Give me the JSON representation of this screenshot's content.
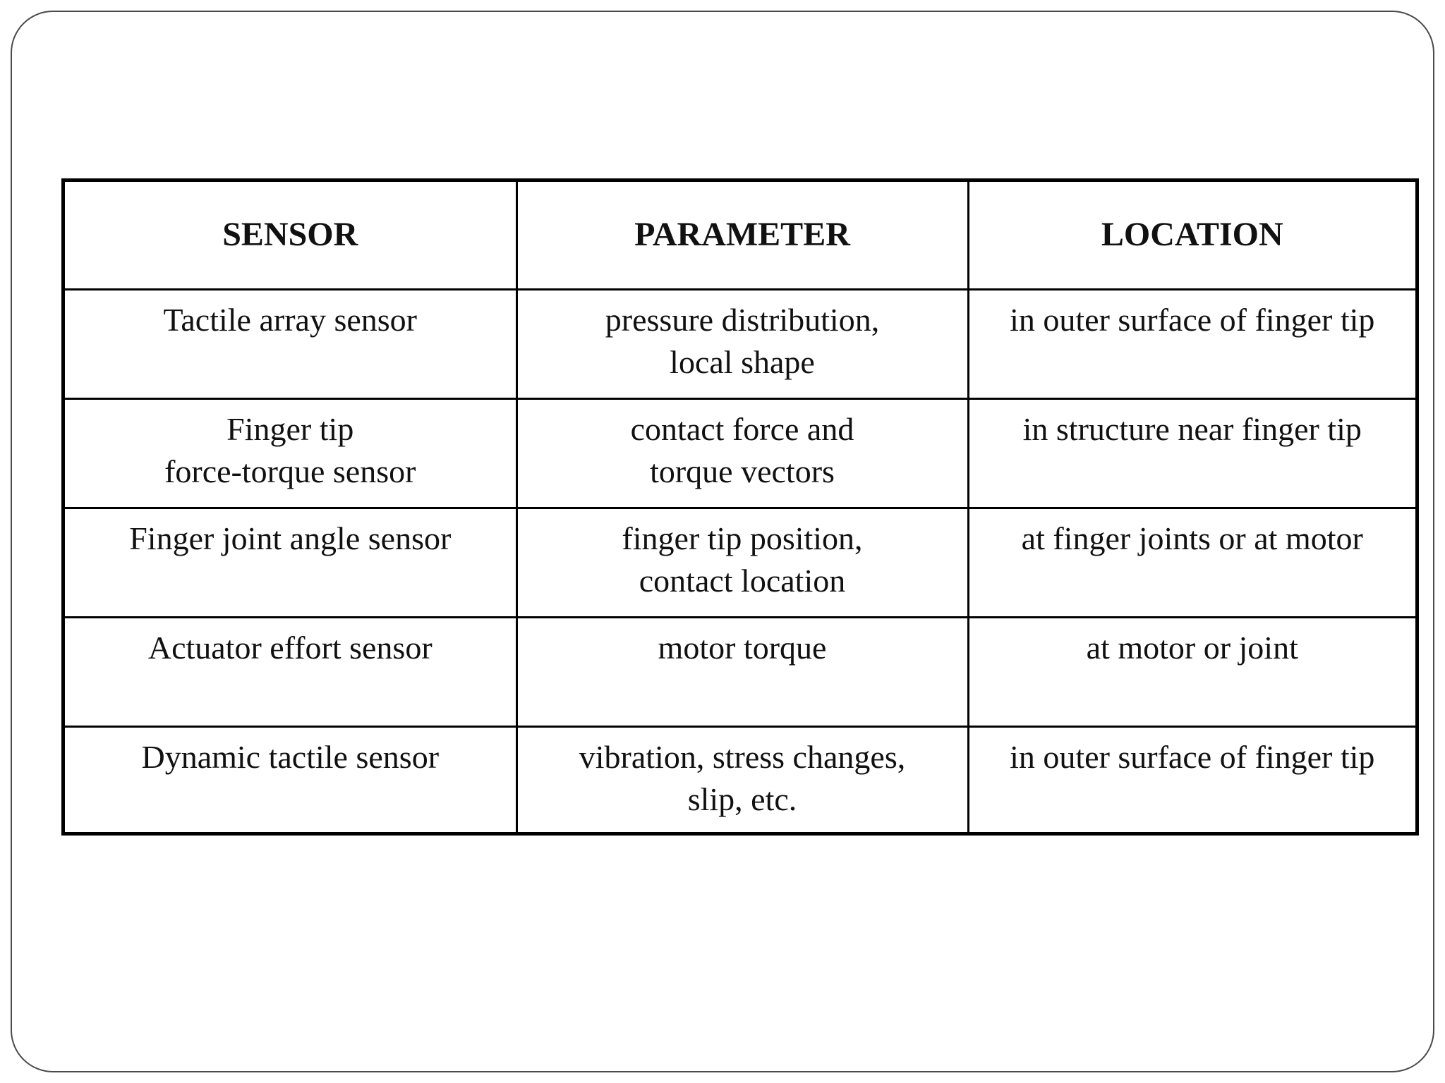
{
  "table": {
    "headers": [
      "SENSOR",
      "PARAMETER",
      "LOCATION"
    ],
    "rows": [
      {
        "sensor": [
          "Tactile array sensor"
        ],
        "parameter": [
          "pressure distribution,",
          "local shape"
        ],
        "location": [
          "in outer surface of finger tip"
        ]
      },
      {
        "sensor": [
          "Finger tip",
          "force-torque sensor"
        ],
        "parameter": [
          "contact force and",
          "torque vectors"
        ],
        "location": [
          "in structure near finger tip"
        ]
      },
      {
        "sensor": [
          "Finger joint angle sensor"
        ],
        "parameter": [
          "finger tip position,",
          "contact location"
        ],
        "location": [
          "at finger joints or at motor"
        ]
      },
      {
        "sensor": [
          "Actuator effort sensor"
        ],
        "parameter": [
          "motor torque"
        ],
        "location": [
          "at motor or joint"
        ]
      },
      {
        "sensor": [
          "Dynamic tactile sensor"
        ],
        "parameter": [
          "vibration, stress changes,",
          "slip, etc."
        ],
        "location": [
          "in outer surface of finger tip"
        ]
      }
    ]
  }
}
